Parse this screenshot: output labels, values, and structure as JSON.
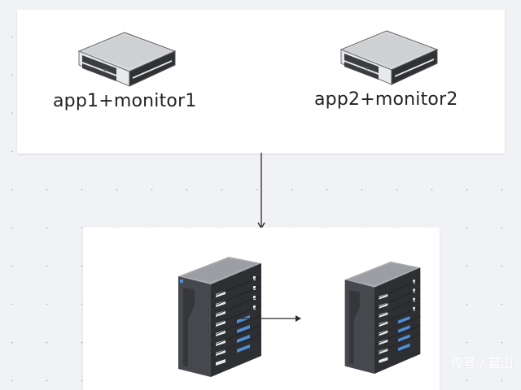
{
  "diagram": {
    "top_group": {
      "nodes": [
        {
          "id": "app1",
          "label": "app1+monitor1",
          "icon": "desktop-server-icon"
        },
        {
          "id": "app2",
          "label": "app2+monitor2",
          "icon": "desktop-server-icon"
        }
      ]
    },
    "bottom_group": {
      "nodes": [
        {
          "id": "db1",
          "label": "",
          "icon": "tower-server-icon"
        },
        {
          "id": "db2",
          "label": "",
          "icon": "tower-server-icon"
        }
      ]
    },
    "edges": [
      {
        "from": "top_group",
        "to": "bottom_group",
        "direction": "down"
      },
      {
        "from": "db1",
        "to": "db2",
        "direction": "right"
      }
    ],
    "colors": {
      "background": "#f1f2f5",
      "panel": "#ffffff",
      "arrow": "#2b2b2e",
      "server_dark": "#3a3c40",
      "server_light": "#d9dadc",
      "disk_blue": "#4f8fd8"
    }
  },
  "watermark": "传号 / 蓝山"
}
